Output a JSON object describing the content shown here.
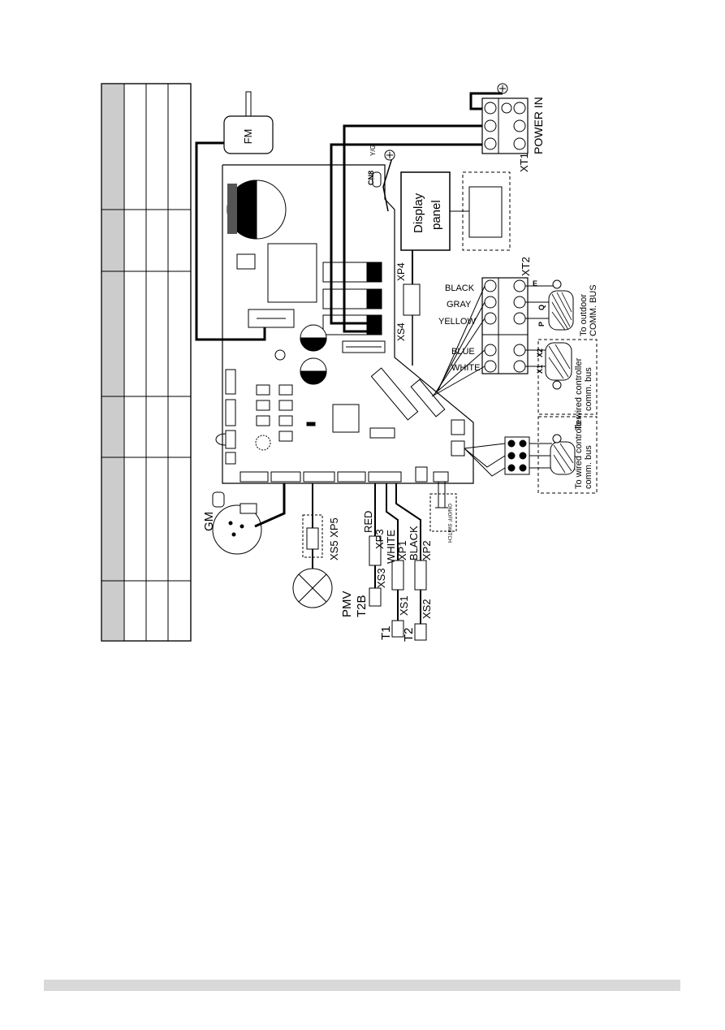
{
  "diagram": {
    "labels": {
      "fm": "FM",
      "gm": "GM",
      "pmv": "PMV",
      "display_panel_1": "Display",
      "display_panel_2": "panel",
      "power_in": "POWER IN",
      "xt1": "XT1",
      "xt2": "XT2",
      "cn8": "CN8",
      "yg": "Y/G",
      "xp4": "XP4",
      "xs4": "XS4",
      "xs5_xp5": "XS5 XP5",
      "red": "RED",
      "white": "WHITE",
      "black": "BLACK",
      "xp3": "XP3",
      "xp1": "XP1",
      "xp2": "XP2",
      "xs3": "XS3",
      "xs1": "XS1",
      "xs2": "XS2",
      "t2b": "T2B",
      "t1": "T1",
      "t2": "T2",
      "onoff_switch": "ON/OFF SWITCH",
      "wire_black": "BLACK",
      "wire_gray": "GRAY",
      "wire_yellow": "YELLOW",
      "wire_blue": "BLUE",
      "wire_white": "WHITE",
      "term_e": "E",
      "term_q": "Q",
      "term_p": "P",
      "term_x1": "X1",
      "term_x2": "X2",
      "to_outdoor_1": "To outdoor",
      "to_outdoor_2": "COMM. BUS",
      "to_wired_a_1": "To wired controller",
      "to_wired_a_2": "comm. bus",
      "to_wired_b_1": "To wired controller",
      "to_wired_b_2": "comm. bus"
    },
    "colors": {
      "line": "#000000",
      "footer": "#d9d9d9"
    }
  }
}
